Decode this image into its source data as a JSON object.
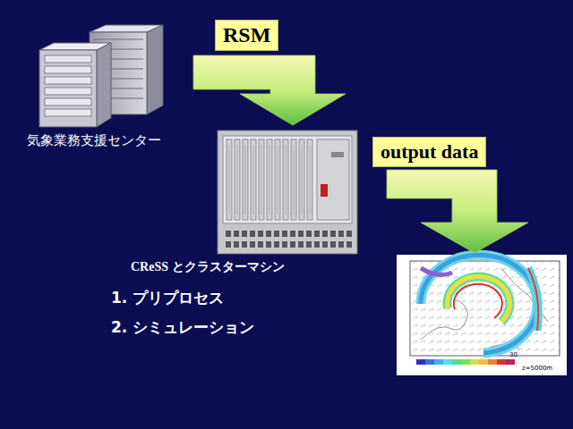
{
  "diagram": {
    "nodes": [
      {
        "text": [
          "気象業務支援センター"
        ]
      },
      {
        "text": [
          "CReSS とクラスターマシン",
          "1. プリプロセス",
          "2. シミュレーション"
        ]
      },
      {
        "text": [
          "30",
          "z=5000m"
        ]
      }
    ],
    "edges": [
      {
        "from": 0,
        "to": 1,
        "arrow": "to",
        "label": "RSM"
      },
      {
        "from": 1,
        "to": 2,
        "arrow": "to",
        "label": "output data"
      }
    ]
  }
}
